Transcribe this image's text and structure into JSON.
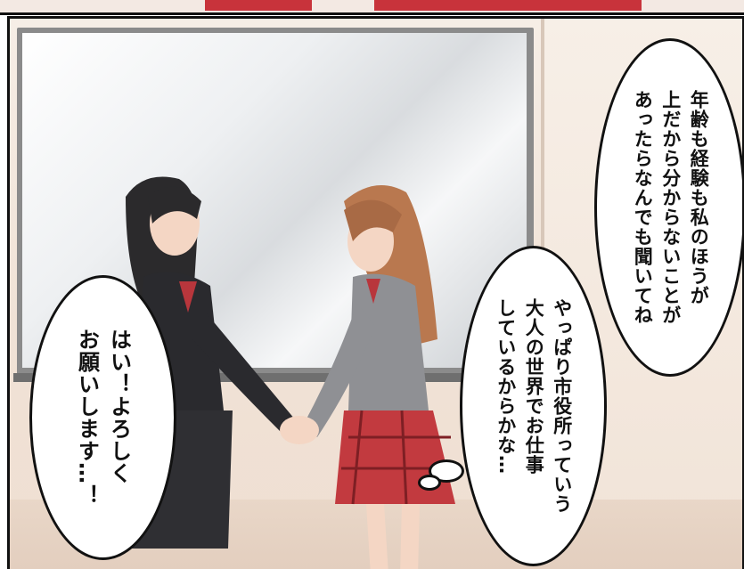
{
  "bubbles": {
    "senior": "年齢も経験も私のほうが\n上だから分からないことが\nあったらなんでも聞いてね",
    "thought": "やっぱり市役所っていう\n大人の世界でお仕事\nしているからかな…",
    "junior": "はい！よろしく\nお願いします…！"
  },
  "colors": {
    "uniform_dark": "#2a2a2e",
    "uniform_gray": "#8f9094",
    "skirt_red": "#c23a3f",
    "hair_black": "#2b2a2c",
    "hair_brown": "#b9784f"
  }
}
